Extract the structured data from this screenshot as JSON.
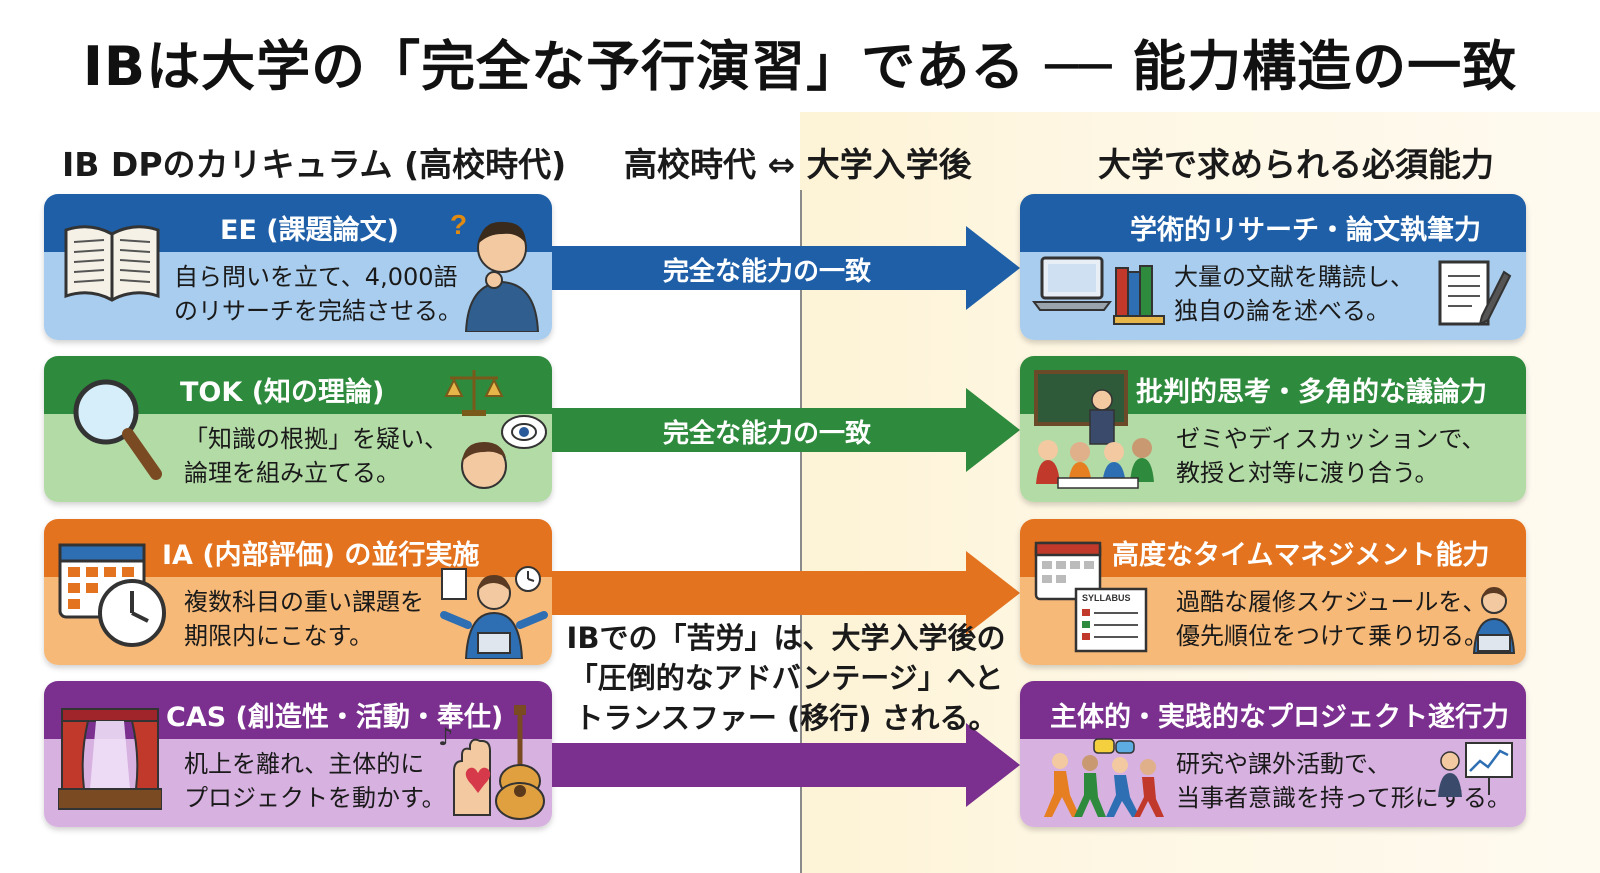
{
  "title": "IBは大学の「完全な予行演習」である ── 能力構造の一致",
  "columns": {
    "left": "IB DPのカリキュラム (高校時代)",
    "middle": "高校時代 ⇔ 大学入学後",
    "right": "大学で求められる必須能力"
  },
  "rows": [
    {
      "ib_title": "EE (課題論文)",
      "ib_desc": "自ら問いを立て、4,000語\nのリサーチを完結させる。",
      "arrow_label": "完全な能力の一致",
      "uni_title": "学術的リサーチ・論文執筆力",
      "uni_desc": "大量の文献を購読し、\n独自の論を述べる。",
      "color": "#1e5fa8",
      "icons": [
        "open-book-icon",
        "thinking-student-icon",
        "laptop-icon",
        "books-stack-icon",
        "document-pen-icon"
      ]
    },
    {
      "ib_title": "TOK (知の理論)",
      "ib_desc": "「知識の根拠」を疑い、\n論理を組み立てる。",
      "arrow_label": "完全な能力の一致",
      "uni_title": "批判的思考・多角的な議論力",
      "uni_desc": "ゼミやディスカッションで、\n教授と対等に渡り合う。",
      "color": "#2e8a3c",
      "icons": [
        "magnifier-icon",
        "scales-icon",
        "eye-head-icon",
        "seminar-classroom-icon"
      ]
    },
    {
      "ib_title": "IA (内部評価) の並行実施",
      "ib_desc": "複数科目の重い課題を\n期限内にこなす。",
      "arrow_label": "",
      "uni_title": "高度なタイムマネジメント能力",
      "uni_desc": "過酷な履修スケジュールを、\n優先順位をつけて乗り切る。",
      "color": "#e4731f",
      "icons": [
        "calendar-clock-icon",
        "juggling-student-icon",
        "syllabus-icon",
        "laptop-student-icon"
      ],
      "syllabus_label": "SYLLABUS"
    },
    {
      "ib_title": "CAS (創造性・活動・奉仕)",
      "ib_desc": "机上を離れ、主体的に\nプロジェクトを動かす。",
      "arrow_label": "",
      "uni_title": "主体的・実践的なプロジェクト遂行力",
      "uni_desc": "研究や課外活動で、\n当事者意識を持って形にする。",
      "color": "#7b2f8f",
      "icons": [
        "stage-icon",
        "heart-hand-icon",
        "guitar-icon",
        "team-running-icon",
        "presentation-icon"
      ]
    }
  ],
  "center_note": "IBでの「苦労」は、大学入学後の\n「圧倒的なアドバンテージ」へと\nトランスファー (移行) される。"
}
